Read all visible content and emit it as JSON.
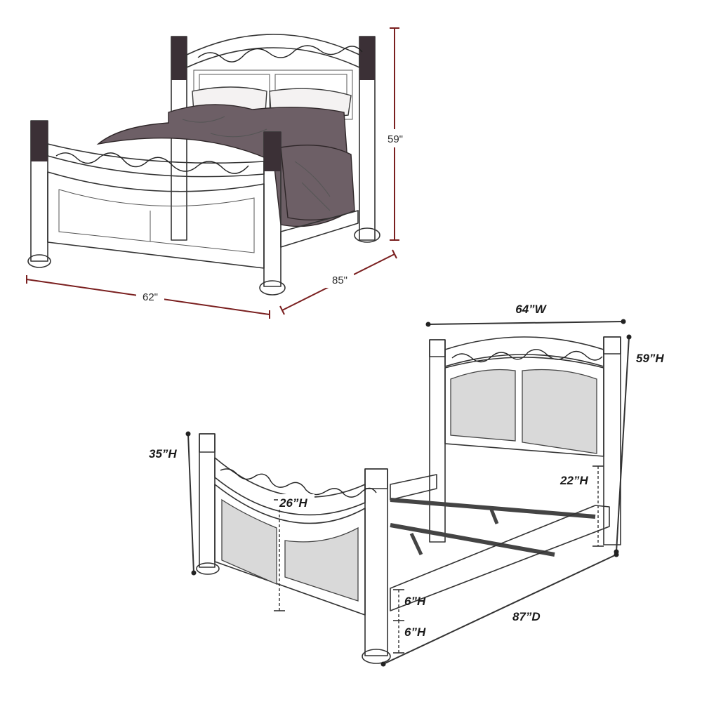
{
  "colors": {
    "dimension_line_top": "#7a1f1f",
    "dimension_line_bottom": "#333333",
    "panel_fill": "#d9d9d9"
  },
  "top_drawing": {
    "height_label": "59\"",
    "width_label": "62\"",
    "depth_label": "85\""
  },
  "bottom_drawing": {
    "width_label": "64”W",
    "headboard_height_label": "59”H",
    "footboard_height_label": "35”H",
    "footboard_inner_label": "26”H",
    "rail_clearance_label": "22”H",
    "rail_height_label": "6”H",
    "floor_clearance_label": "6”H",
    "depth_label": "87”D"
  }
}
